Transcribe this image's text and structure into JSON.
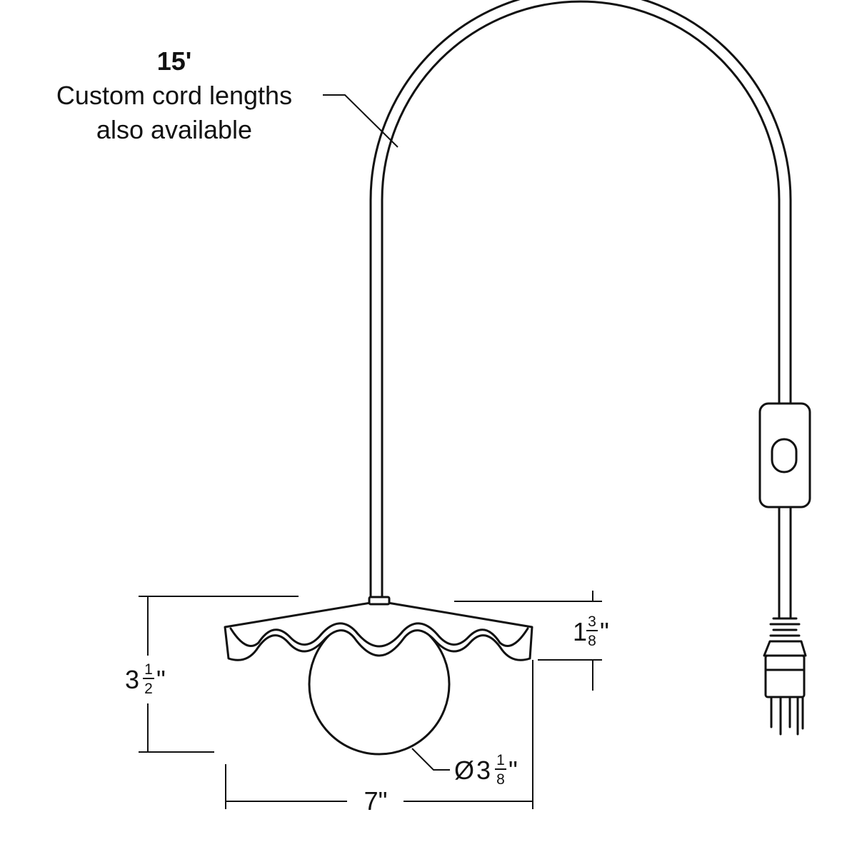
{
  "cord_note": {
    "length": "15'",
    "line1": "Custom cord lengths",
    "line2": "also available"
  },
  "dimensions": {
    "height": {
      "whole": "3",
      "num": "1",
      "den": "2",
      "unit": "\""
    },
    "shade_depth": {
      "whole": "1",
      "num": "3",
      "den": "8",
      "unit": "\""
    },
    "globe_diameter": {
      "prefix": "Ø",
      "whole": "3",
      "num": "1",
      "den": "8",
      "unit": "\""
    },
    "width": {
      "label": "7\""
    }
  }
}
